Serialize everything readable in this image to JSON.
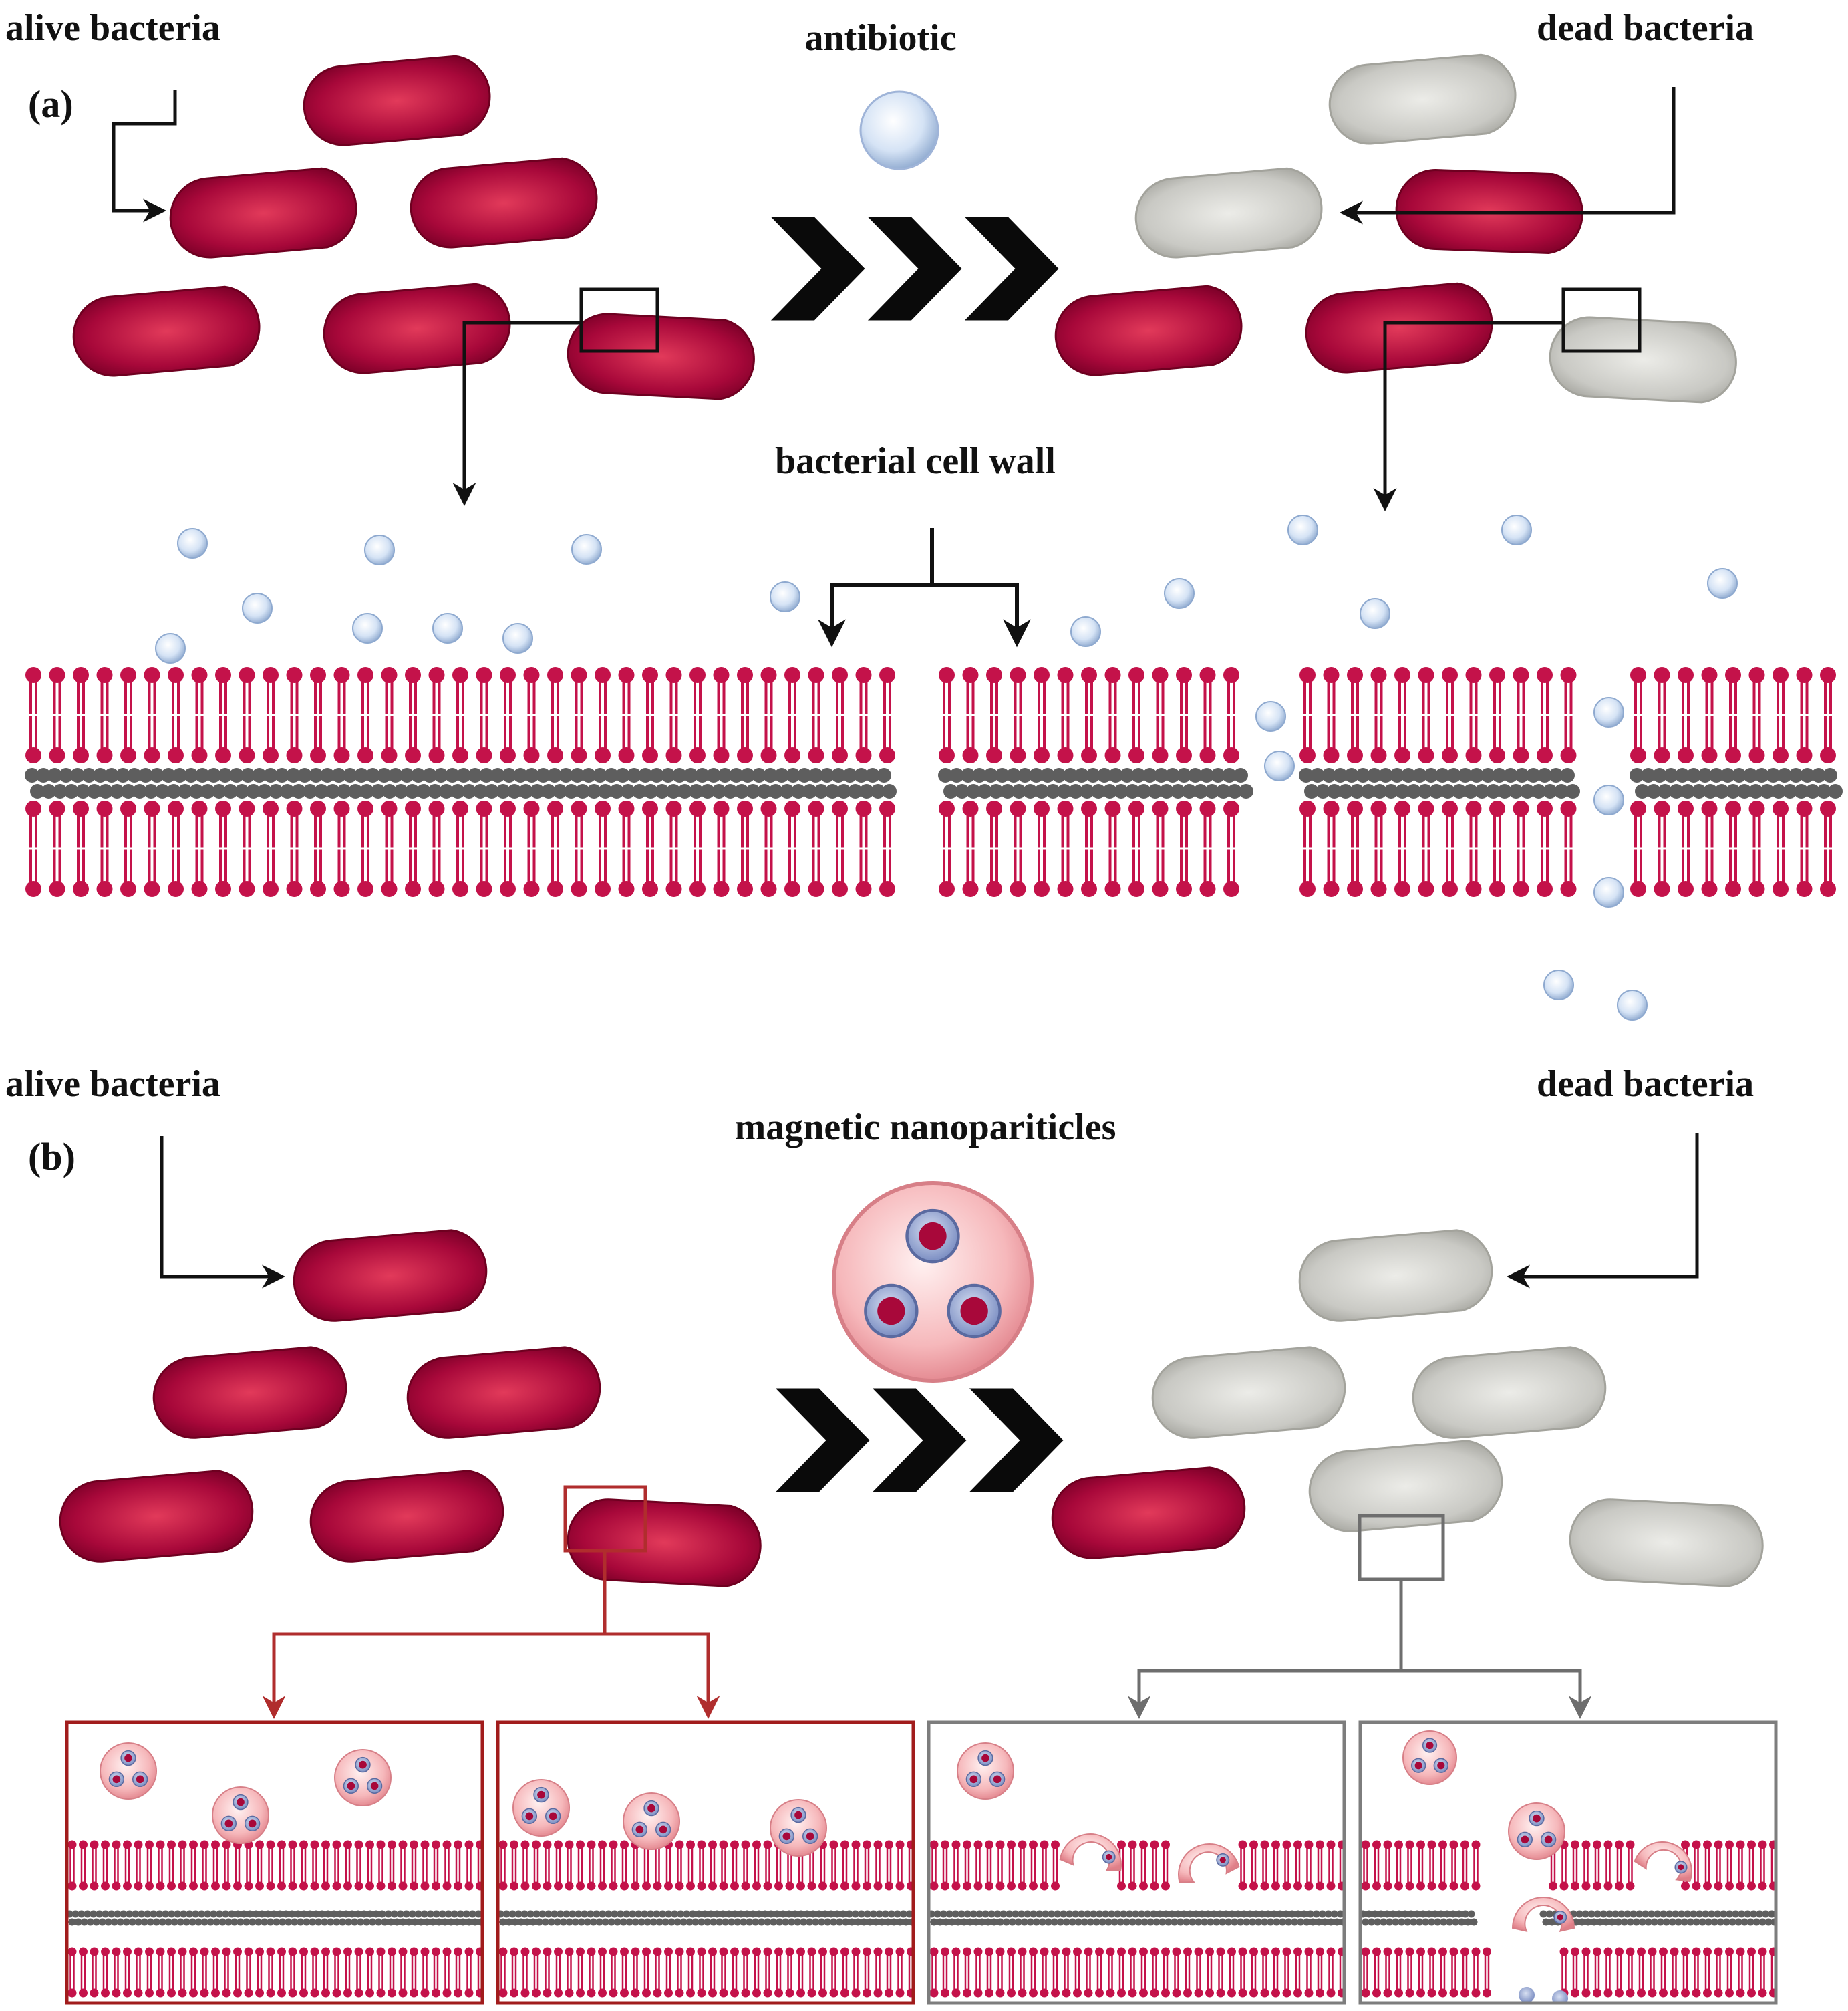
{
  "panel_a": {
    "tag": "(a)",
    "alive_label": "alive bacteria",
    "dead_label": "dead bacteria",
    "agent_label": "antibiotic",
    "wall_label": "bacterial cell wall"
  },
  "panel_b": {
    "tag": "(b)",
    "alive_label": "alive bacteria",
    "dead_label": "dead bacteria",
    "agent_label": "magnetic nanopariticles"
  },
  "colors": {
    "alive": "#a8083a",
    "dead": "#c9c9c4",
    "lipid": "#c4124a",
    "core": "#5e5e5e",
    "particle": "#d5e3f5",
    "nanoparticle": "#f6b8bb",
    "core_particle": "#7a8dc2",
    "box_alive": "#b02d2d",
    "box_dead": "#7d7d7d"
  }
}
